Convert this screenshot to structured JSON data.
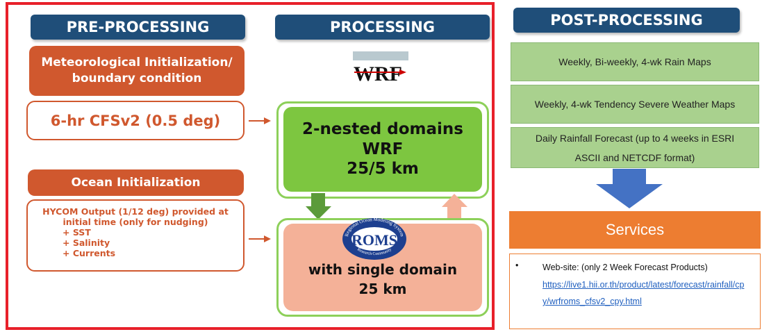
{
  "headers": {
    "pre": "PRE-PROCESSING",
    "processing": "PROCESSING",
    "post": "POST-PROCESSING"
  },
  "pre": {
    "met_title_1": "Meteorological Initialization/",
    "met_title_2": "boundary condition",
    "cfs": "6-hr CFSv2 (0.5 deg)",
    "ocean_title": "Ocean Initialization",
    "hycom_1": "HYCOM Output  (1/12 deg) provided at",
    "hycom_2": "initial time (only for nudging)",
    "hycom_items": [
      "+ SST",
      "+ Salinity",
      "+ Currents"
    ]
  },
  "processing": {
    "wrf_logo_text": "WRF",
    "wrf_1": "2-nested domains",
    "wrf_2": "WRF",
    "wrf_3": "25/5 km",
    "roms_logo_text": "ROMS",
    "roms_ring_top": "Regional Ocean Modeling System",
    "roms_ring_bottom": "Research Community",
    "roms_1": "with single domain",
    "roms_2": "25 km"
  },
  "post": {
    "item_1": "Weekly, Bi-weekly, 4-wk Rain Maps",
    "item_2": "Weekly, 4-wk Tendency Severe Weather Maps",
    "item_3_1": "Daily Rainfall Forecast (up to 4 weeks in ESRI",
    "item_3_2": "ASCII and NETCDF format)",
    "services": "Services",
    "bullet": "•",
    "website_label": "Web-site: (only 2 Week Forecast Products)",
    "url_1": "https://live1.hii.or.th/product/latest/forecast/rainfall/cp",
    "url_2": "y/wrfroms_cfsv2_cpy.html"
  },
  "colors": {
    "frame_red": "#e8202a",
    "header_navy": "#1f4e79",
    "orange": "#d0582e",
    "wrf_green": "#7dc640",
    "roms_salmon": "#f4b198",
    "post_green": "#a9d18e",
    "services_orange": "#ed7d31",
    "arrow_blue": "#4472c4"
  }
}
